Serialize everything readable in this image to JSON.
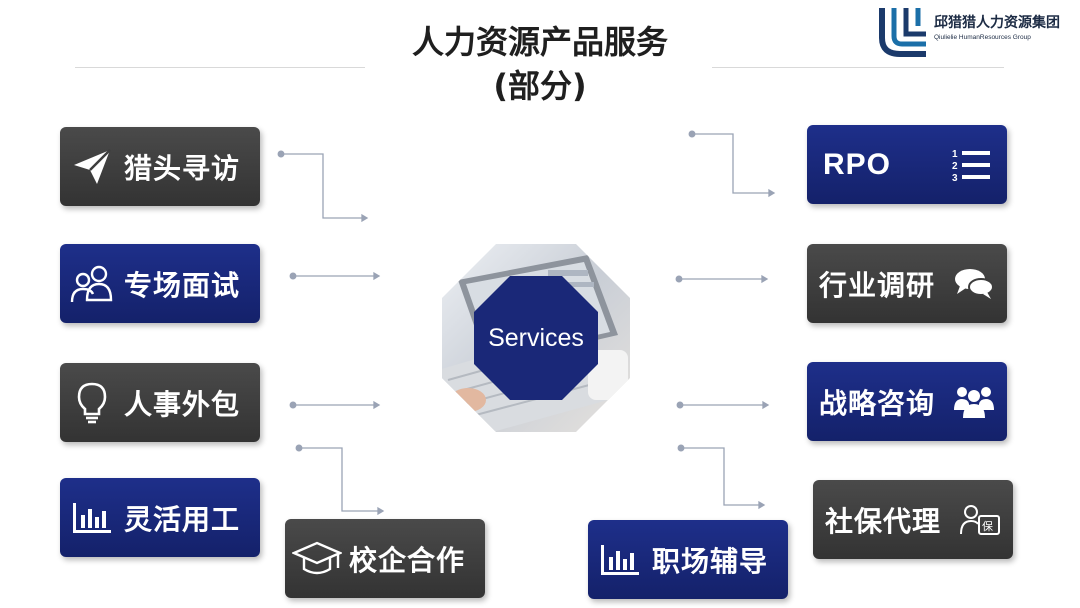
{
  "header": {
    "title_line1": "人力资源产品服务",
    "title_line2": "(部分)"
  },
  "logo": {
    "name": "邱猎猎人力资源集团",
    "sub": "Qiulielie HumanResources Group"
  },
  "center": {
    "label": "Services"
  },
  "services_left": [
    {
      "label": "猎头寻访",
      "icon": "paper-plane-icon",
      "style": "dark"
    },
    {
      "label": "专场面试",
      "icon": "users-icon",
      "style": "navy"
    },
    {
      "label": "人事外包",
      "icon": "lightbulb-icon",
      "style": "dark"
    },
    {
      "label": "灵活用工",
      "icon": "bar-chart-icon",
      "style": "navy"
    },
    {
      "label": "校企合作",
      "icon": "graduation-cap-icon",
      "style": "dark"
    }
  ],
  "services_right": [
    {
      "label": "RPO",
      "icon": "numbered-list-icon",
      "style": "navy"
    },
    {
      "label": "行业调研",
      "icon": "chat-bubbles-icon",
      "style": "dark"
    },
    {
      "label": "战略咨询",
      "icon": "group-icon",
      "style": "navy"
    },
    {
      "label": "社保代理",
      "icon": "insurance-person-icon",
      "style": "dark"
    },
    {
      "label": "职场辅导",
      "icon": "bar-chart-icon",
      "style": "navy"
    }
  ],
  "colors": {
    "navy": "#1a2878",
    "dark": "#3d3d3d",
    "connector": "#9aa3b5"
  }
}
